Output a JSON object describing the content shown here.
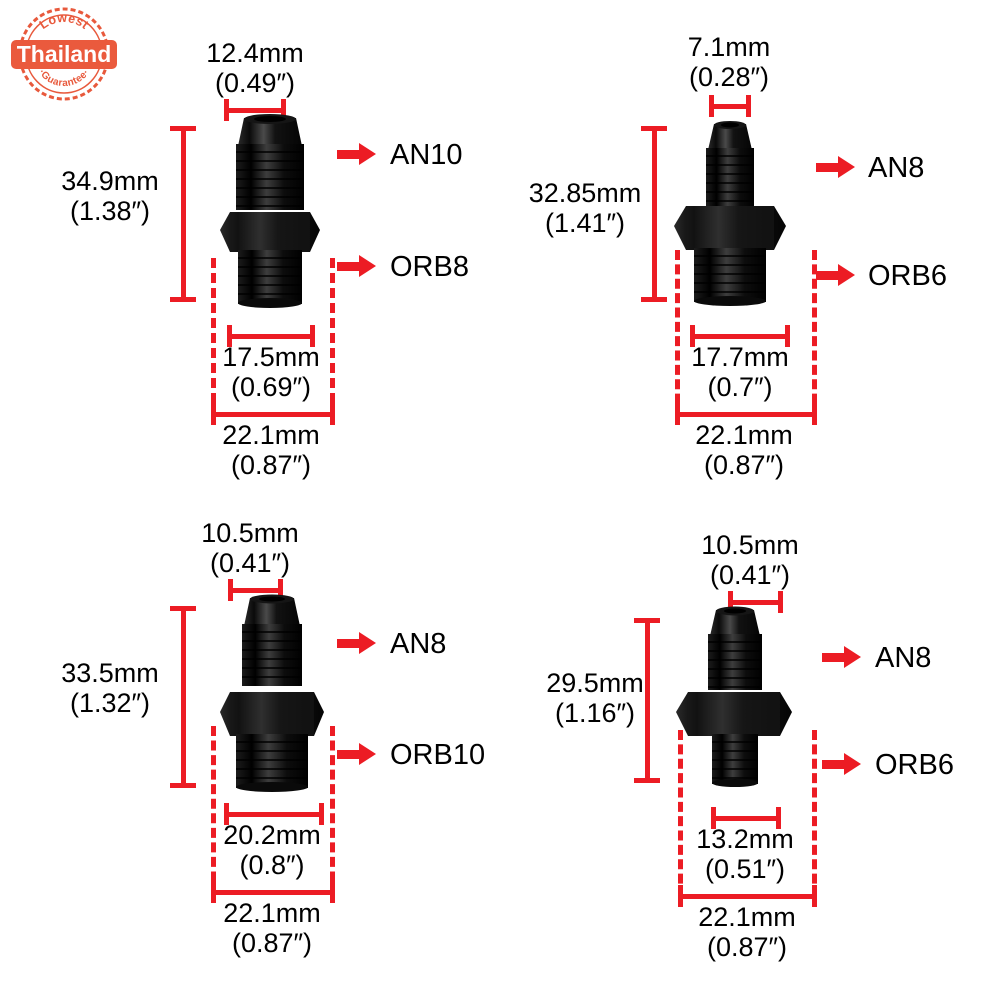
{
  "badge": {
    "name": "lowest-price-guarantee-badge",
    "top_text": "Lowest",
    "center_text": "Thailand",
    "bottom_text": "Guarantee",
    "color": "#e8593c",
    "center_bg": "#ea5a3d"
  },
  "colors": {
    "dimension_red": "#ec1c24",
    "text_black": "#000000",
    "background": "#ffffff",
    "part_black": "#111111"
  },
  "fittings": [
    {
      "id": "an10-orb8",
      "top_label": "AN10",
      "bottom_label": "ORB8",
      "height_mm": "34.9mm",
      "height_in": "(1.38″)",
      "top_width_mm": "12.4mm",
      "top_width_in": "(0.49″)",
      "lower_thread_mm": "17.5mm",
      "lower_thread_in": "(0.69″)",
      "hex_width_mm": "22.1mm",
      "hex_width_in": "(0.87″)"
    },
    {
      "id": "an8-orb6-large",
      "top_label": "AN8",
      "bottom_label": "ORB6",
      "height_mm": "32.85mm",
      "height_in": "(1.41″)",
      "top_width_mm": "7.1mm",
      "top_width_in": "(0.28″)",
      "lower_thread_mm": "17.7mm",
      "lower_thread_in": "(0.7″)",
      "hex_width_mm": "22.1mm",
      "hex_width_in": "(0.87″)"
    },
    {
      "id": "an8-orb10",
      "top_label": "AN8",
      "bottom_label": "ORB10",
      "height_mm": "33.5mm",
      "height_in": "(1.32″)",
      "top_width_mm": "10.5mm",
      "top_width_in": "(0.41″)",
      "lower_thread_mm": "20.2mm",
      "lower_thread_in": "(0.8″)",
      "hex_width_mm": "22.1mm",
      "hex_width_in": "(0.87″)"
    },
    {
      "id": "an8-orb6-small",
      "top_label": "AN8",
      "bottom_label": "ORB6",
      "height_mm": "29.5mm",
      "height_in": "(1.16″)",
      "top_width_mm": "10.5mm",
      "top_width_in": "(0.41″)",
      "lower_thread_mm": "13.2mm",
      "lower_thread_in": "(0.51″)",
      "hex_width_mm": "22.1mm",
      "hex_width_in": "(0.87″)"
    }
  ]
}
